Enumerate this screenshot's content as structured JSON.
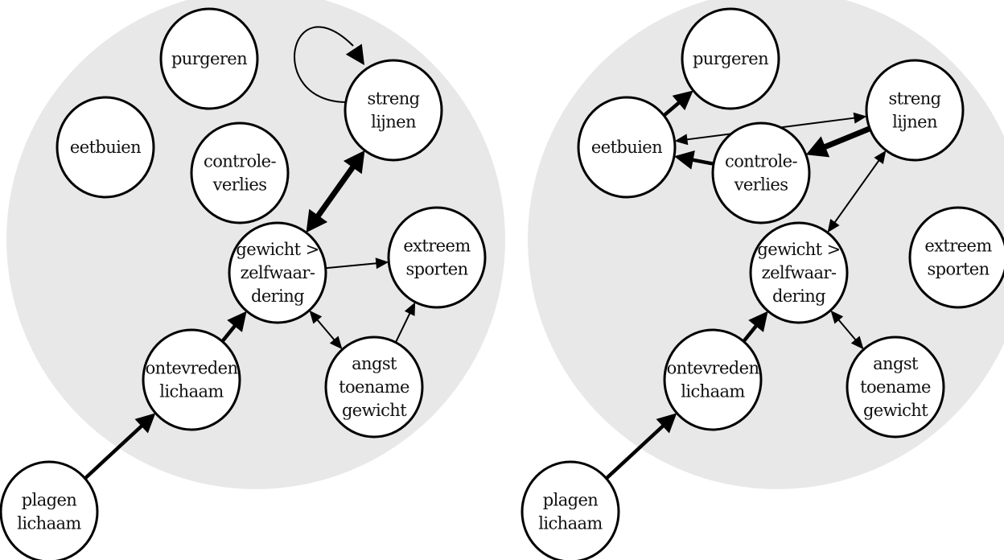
{
  "diagram": {
    "type": "network",
    "panels": [
      {
        "id": "left",
        "nodes": [
          {
            "id": "purgeren",
            "lines": [
              "purgeren"
            ]
          },
          {
            "id": "eetbuien",
            "lines": [
              "eetbuien"
            ]
          },
          {
            "id": "controleverlies",
            "lines": [
              "controle-",
              "verlies"
            ]
          },
          {
            "id": "streng",
            "lines": [
              "streng",
              "lijnen"
            ]
          },
          {
            "id": "gewicht",
            "lines": [
              "gewicht >",
              "zelfwaar-",
              "dering"
            ]
          },
          {
            "id": "extreem",
            "lines": [
              "extreem",
              "sporten"
            ]
          },
          {
            "id": "ontevreden",
            "lines": [
              "ontevreden",
              "lichaam"
            ]
          },
          {
            "id": "angst",
            "lines": [
              "angst",
              "toename",
              "gewicht"
            ]
          },
          {
            "id": "plagen",
            "lines": [
              "plagen",
              "lichaam"
            ],
            "outside": true
          }
        ],
        "edges": [
          {
            "from": "streng",
            "to": "streng",
            "weight": "thin",
            "self_loop": true
          },
          {
            "from": "gewicht",
            "to": "streng",
            "weight": "thick",
            "bidirectional": true
          },
          {
            "from": "gewicht",
            "to": "extreem",
            "weight": "thin"
          },
          {
            "from": "ontevreden",
            "to": "gewicht",
            "weight": "medium"
          },
          {
            "from": "gewicht",
            "to": "angst",
            "weight": "thin",
            "bidirectional": true
          },
          {
            "from": "angst",
            "to": "extreem",
            "weight": "thin"
          },
          {
            "from": "plagen",
            "to": "ontevreden",
            "weight": "medium"
          }
        ]
      },
      {
        "id": "right",
        "nodes": [
          {
            "id": "purgeren",
            "lines": [
              "purgeren"
            ]
          },
          {
            "id": "eetbuien",
            "lines": [
              "eetbuien"
            ]
          },
          {
            "id": "controleverlies",
            "lines": [
              "controle-",
              "verlies"
            ]
          },
          {
            "id": "streng",
            "lines": [
              "streng",
              "lijnen"
            ]
          },
          {
            "id": "gewicht",
            "lines": [
              "gewicht >",
              "zelfwaar-",
              "dering"
            ]
          },
          {
            "id": "extreem",
            "lines": [
              "extreem",
              "sporten"
            ]
          },
          {
            "id": "ontevreden",
            "lines": [
              "ontevreden",
              "lichaam"
            ]
          },
          {
            "id": "angst",
            "lines": [
              "angst",
              "toename",
              "gewicht"
            ]
          },
          {
            "id": "plagen",
            "lines": [
              "plagen",
              "lichaam"
            ],
            "outside": true
          }
        ],
        "edges": [
          {
            "from": "eetbuien",
            "to": "purgeren",
            "weight": "medium"
          },
          {
            "from": "eetbuien",
            "to": "streng",
            "weight": "thin",
            "bidirectional": true
          },
          {
            "from": "streng",
            "to": "controleverlies",
            "weight": "thick"
          },
          {
            "from": "controleverlies",
            "to": "eetbuien",
            "weight": "medium"
          },
          {
            "from": "gewicht",
            "to": "streng",
            "weight": "thin",
            "bidirectional": true
          },
          {
            "from": "ontevreden",
            "to": "gewicht",
            "weight": "medium"
          },
          {
            "from": "gewicht",
            "to": "angst",
            "weight": "thin",
            "bidirectional": true
          },
          {
            "from": "plagen",
            "to": "ontevreden",
            "weight": "medium"
          }
        ]
      }
    ],
    "colors": {
      "background_circle": "#e8e8e8",
      "node_fill": "#ffffff",
      "stroke": "#000000"
    }
  }
}
